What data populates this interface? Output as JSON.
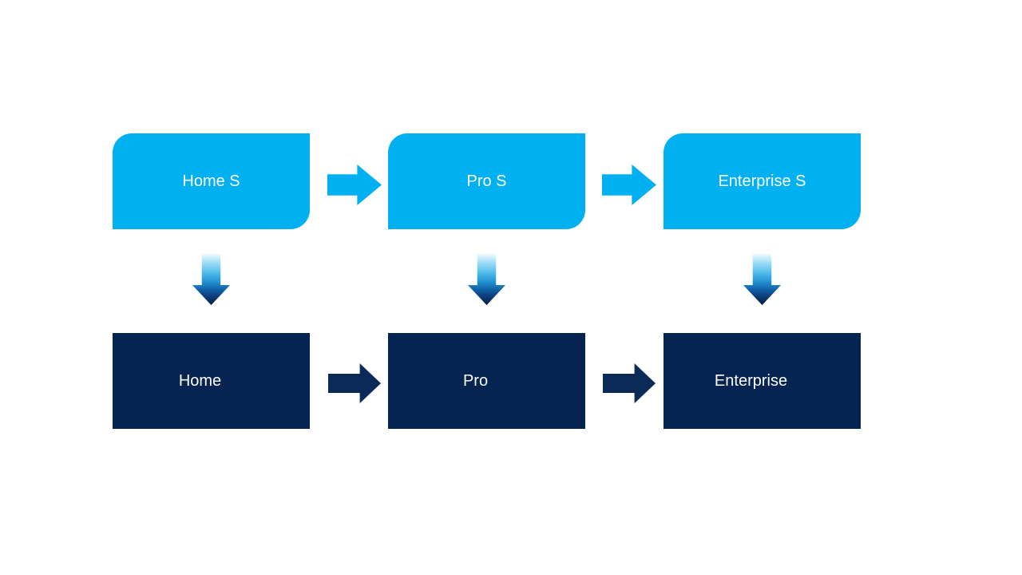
{
  "diagram": {
    "background_color": "#ffffff",
    "colors": {
      "top_node_fill": "#00b0f0",
      "bottom_node_fill": "#052451",
      "label_text": "#ffffff",
      "light_arrow": "#00b0f0",
      "dark_arrow": "#0b2a57",
      "down_arrow_gradient_top": "#f0fafe",
      "down_arrow_gradient_bottom": "#081d40"
    },
    "top_row": [
      {
        "label": "Home S"
      },
      {
        "label": "Pro S"
      },
      {
        "label": "Enterprise S"
      }
    ],
    "bottom_row": [
      {
        "label": "Home"
      },
      {
        "label": "Pro"
      },
      {
        "label": "Enterprise"
      }
    ],
    "arrows": {
      "top_horizontal": [
        "Home S to Pro S",
        "Pro S to Enterprise S"
      ],
      "bottom_horizontal": [
        "Home to Pro",
        "Pro to Enterprise"
      ],
      "vertical": [
        "Home S to Home",
        "Pro S to Pro",
        "Enterprise S to Enterprise"
      ]
    }
  }
}
